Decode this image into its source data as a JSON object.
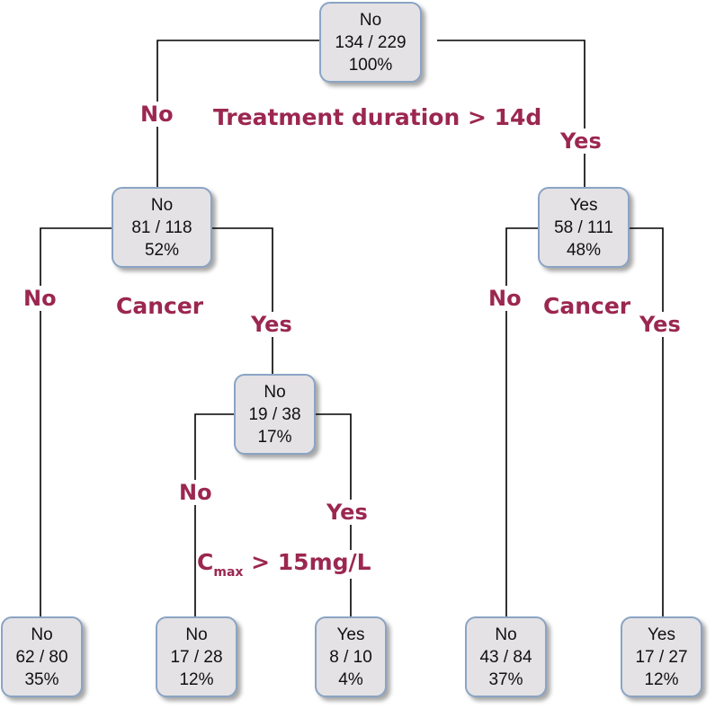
{
  "nodes": {
    "root": {
      "class": "No",
      "ratio": "134 / 229",
      "pct": "100%"
    },
    "n_l": {
      "class": "No",
      "ratio": "81 / 118",
      "pct": "52%"
    },
    "n_r": {
      "class": "Yes",
      "ratio": "58 / 111",
      "pct": "48%"
    },
    "n_lr": {
      "class": "No",
      "ratio": "19 / 38",
      "pct": "17%"
    },
    "leaf1": {
      "class": "No",
      "ratio": "62 / 80",
      "pct": "35%"
    },
    "leaf2": {
      "class": "No",
      "ratio": "17 / 28",
      "pct": "12%"
    },
    "leaf3": {
      "class": "Yes",
      "ratio": "8 / 10",
      "pct": "4%"
    },
    "leaf4": {
      "class": "No",
      "ratio": "43 / 84",
      "pct": "37%"
    },
    "leaf5": {
      "class": "Yes",
      "ratio": "17 / 27",
      "pct": "12%"
    }
  },
  "splits": {
    "root": "Treatment duration > 14d",
    "left": "Cancer",
    "right": "Cancer",
    "cmax_main": "C",
    "cmax_sub": "max",
    "cmax_rest": " > 15mg/L"
  },
  "branches": {
    "no": "No",
    "yes": "Yes"
  },
  "colors": {
    "label": "#9b2750",
    "node_fill": "#e4e2e4",
    "node_border": "#8aa4c4",
    "edge": "#000000"
  }
}
